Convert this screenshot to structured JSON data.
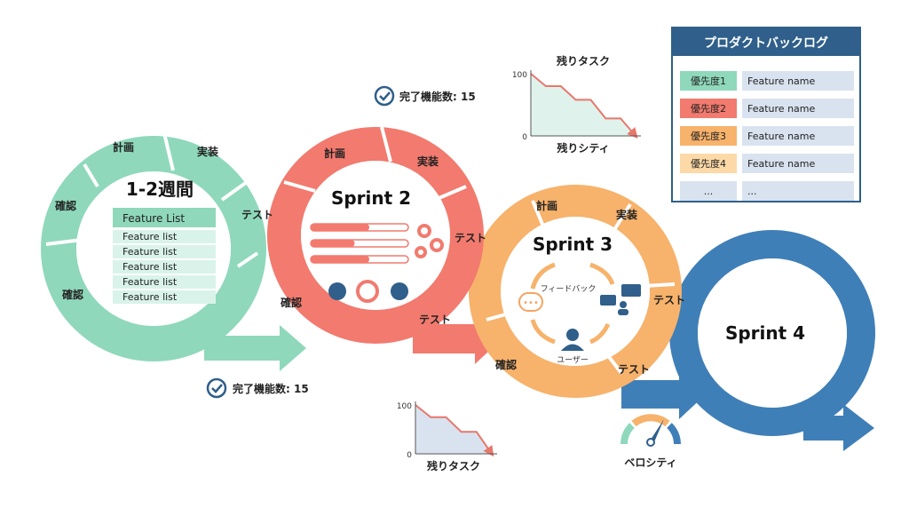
{
  "colors": {
    "green": "#8fd8bc",
    "red": "#f27a6e",
    "orange": "#f7b26b",
    "blue": "#3f7fb8",
    "navy": "#2f5f8a"
  },
  "sprint1": {
    "title": "1-2週間",
    "steps": [
      "計画",
      "実装",
      "テスト",
      "確認",
      "確認"
    ],
    "list_header": "Feature List",
    "list_items": [
      "Feature list",
      "Feature list",
      "Feature list",
      "Feature list",
      "Feature list"
    ]
  },
  "sprint2": {
    "title": "Sprint 2",
    "steps": [
      "計画",
      "実装",
      "テスト",
      "確認",
      "テスト"
    ],
    "progress": [
      0.6,
      0.45,
      0.6
    ]
  },
  "sprint3": {
    "title": "Sprint 3",
    "steps": [
      "計画",
      "実装",
      "テスト",
      "確認",
      "テスト"
    ],
    "feedback_label": "フィードバック",
    "user_label": "ユーザー"
  },
  "sprint4": {
    "title": "Sprint 4"
  },
  "completed_top": "完了機能数: 15",
  "completed_bottom": "完了機能数: 15",
  "backlog": {
    "title": "プロダクトバックログ",
    "rows": [
      {
        "priority": "優先度1",
        "name": "Feature name",
        "color": "#8fd8bc"
      },
      {
        "priority": "優先度2",
        "name": "Feature name",
        "color": "#f27a6e"
      },
      {
        "priority": "優先度3",
        "name": "Feature name",
        "color": "#f7b26b"
      },
      {
        "priority": "優先度4",
        "name": "Feature name",
        "color": "#fcd9a6"
      },
      {
        "priority": "...",
        "name": "...",
        "color": "#d9e3ef"
      }
    ]
  },
  "velocity_label": "ベロシティ",
  "chart_data": [
    {
      "type": "line",
      "title": "残りタスク",
      "xlabel": "残りシティ",
      "y_ticks": [
        "100",
        "0"
      ],
      "ylim": [
        0,
        100
      ],
      "x": [
        0,
        1,
        2,
        3,
        4,
        5,
        6,
        7
      ],
      "values": [
        100,
        80,
        80,
        58,
        58,
        28,
        28,
        0
      ]
    },
    {
      "type": "line",
      "title": "",
      "xlabel": "残りタスク",
      "y_ticks": [
        "100",
        "0"
      ],
      "ylim": [
        0,
        100
      ],
      "x": [
        0,
        1,
        2,
        3,
        4,
        5
      ],
      "values": [
        100,
        75,
        75,
        45,
        45,
        0
      ]
    }
  ]
}
